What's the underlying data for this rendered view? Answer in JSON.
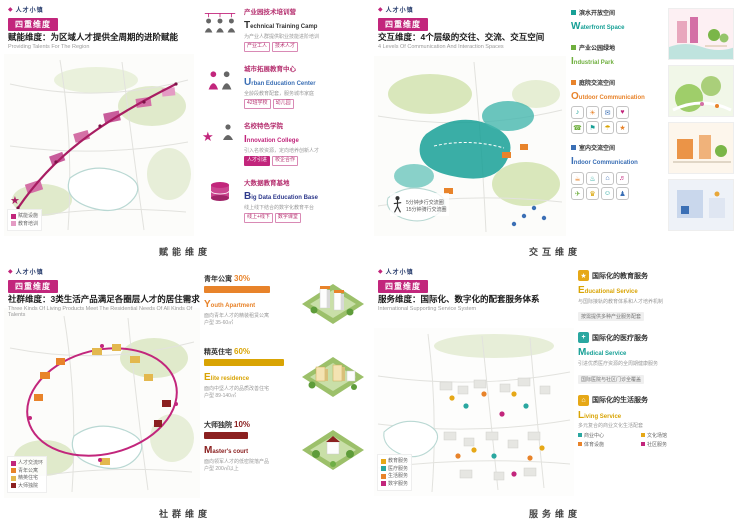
{
  "brand": "人才小镇",
  "badge": "四重维度",
  "colors": {
    "magenta": "#c2267c",
    "teal": "#17a096",
    "green": "#6faf3e",
    "orange": "#e8832a",
    "blue": "#3b6fb5",
    "amber": "#d9a404",
    "darkred": "#8b2020"
  },
  "tl": {
    "headline": "赋能维度：为区域人才提供全周期的进阶赋能",
    "subhead": "Providing Talents For The Region",
    "caption": "赋能维度",
    "items": [
      {
        "title": "产业园技术培训营",
        "initial": "T",
        "rest": "echnical Training Camp",
        "desc": "为产业人群提供职业技能进阶培训",
        "tag1": "产业工人",
        "tag2": "技术人才"
      },
      {
        "title": "城市拓展教育中心",
        "initial": "U",
        "rest": "rban Education Center",
        "desc": "全龄段教育配套，服务城市家庭",
        "tag1": "42班学校",
        "tag2": "幼儿园"
      },
      {
        "title": "名校特色学院",
        "initial": "I",
        "rest": "nnovation College",
        "glyph": "★",
        "desc": "引入名校资源，定向培养创新人才",
        "tag1": "人才引进",
        "tag2": "校企合作"
      },
      {
        "title": "大数据教育基地",
        "initial": "B",
        "rest": "ig Data Education Base",
        "desc": "线上线下结合的数字化教育平台",
        "tag1": "线上+线下",
        "tag2": "数字课堂"
      }
    ],
    "legend": [
      {
        "label": "赋能设施"
      },
      {
        "label": "教育培训"
      }
    ]
  },
  "tr": {
    "headline": "交互维度：4个层级的交往、交流、交互空间",
    "subhead": "4 Levels Of Communication And Interaction Spaces",
    "caption": "交互维度",
    "items": [
      {
        "title": "滨水开放空间",
        "initial": "W",
        "rest": "aterfront Space"
      },
      {
        "title": "产业公园绿地",
        "initial": "I",
        "rest": "ndustrial Park"
      },
      {
        "title": "庭院交流空间",
        "initial": "O",
        "rest": "utdoor Communication",
        "icons": [
          "♪",
          "☀",
          "✉",
          "♥",
          "☎",
          "⚑",
          "☂",
          "★"
        ]
      },
      {
        "title": "室内交流空间",
        "initial": "I",
        "rest": "ndoor Communication",
        "icons": [
          "☕",
          "♨",
          "⌂",
          "♬",
          "✈",
          "♛",
          "☺",
          "♟"
        ]
      }
    ],
    "walk_legend": [
      "5分钟步行交流圈",
      "15分钟骑行交流圈"
    ]
  },
  "bl": {
    "headline": "社群维度：3类生活产品满足各圈层人才的居住需求",
    "subhead": "Three Kinds Of Living Products Meet The Residential Needs Of All Kinds Of Talents",
    "caption": "社群维度",
    "items": [
      {
        "title": "青年公寓",
        "pct": "30%",
        "initial": "Y",
        "rest": "outh Apartment",
        "desc1": "面向青年人才的精装租赁公寓",
        "desc2": "户型 35-60㎡"
      },
      {
        "title": "精英住宅",
        "pct": "60%",
        "initial": "E",
        "rest": "lite residence",
        "desc1": "面向中坚人才的品质改善住宅",
        "desc2": "户型 89-140㎡"
      },
      {
        "title": "大师独院",
        "pct": "10%",
        "initial": "M",
        "rest": "aster's court",
        "desc1": "面向领军人才的低密院落产品",
        "desc2": "户型 200㎡以上"
      }
    ],
    "legend": [
      {
        "label": "人才交流环"
      },
      {
        "label": "青年公寓"
      },
      {
        "label": "精英住宅"
      },
      {
        "label": "大师独院"
      }
    ]
  },
  "br": {
    "headline": "服务维度：国际化、数字化的配套服务体系",
    "subhead": "International Supporting Service System",
    "caption": "服务维度",
    "items": [
      {
        "title": "国际化的教育服务",
        "initial": "E",
        "rest": "ducational Service",
        "glyph": "★",
        "desc": "与国际接轨的教育体系和人才培养机制",
        "band": "按需提供多种产业服务配套"
      },
      {
        "title": "国际化的医疗服务",
        "initial": "M",
        "rest": "edical Service",
        "glyph": "+",
        "desc": "引进优质医疗资源的全周期健康服务",
        "band": "国际医院与社区门诊全覆盖"
      },
      {
        "title": "国际化的生活服务",
        "initial": "L",
        "rest": "iving Service",
        "glyph": "⌂",
        "desc": "多元复合的商业文化生活配套",
        "bullets": [
          "商业中心",
          "文化场馆",
          "体育设施",
          "社区服务"
        ]
      }
    ],
    "legend": [
      {
        "label": "教育服务"
      },
      {
        "label": "医疗服务"
      },
      {
        "label": "生活服务"
      },
      {
        "label": "数字服务"
      }
    ]
  }
}
